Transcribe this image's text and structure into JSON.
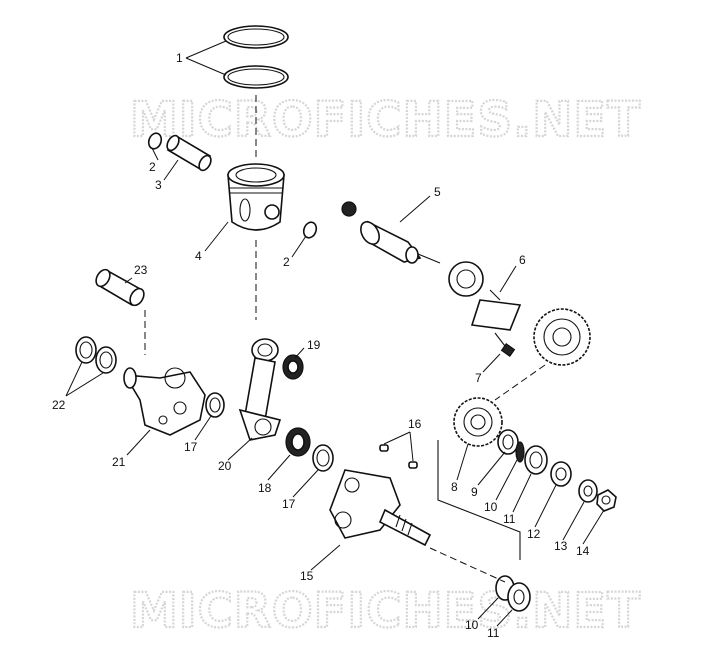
{
  "watermark": {
    "top": "MICROFICHES.NET",
    "bottom": "MICROFICHES.NET"
  },
  "callouts": [
    {
      "id": "c1",
      "text": "1"
    },
    {
      "id": "c2a",
      "text": "2"
    },
    {
      "id": "c3",
      "text": "3"
    },
    {
      "id": "c4",
      "text": "4"
    },
    {
      "id": "c2b",
      "text": "2"
    },
    {
      "id": "c5",
      "text": "5"
    },
    {
      "id": "c6",
      "text": "6"
    },
    {
      "id": "c7",
      "text": "7"
    },
    {
      "id": "c23",
      "text": "23"
    },
    {
      "id": "c19",
      "text": "19"
    },
    {
      "id": "c22",
      "text": "22"
    },
    {
      "id": "c21",
      "text": "21"
    },
    {
      "id": "c17a",
      "text": "17"
    },
    {
      "id": "c20",
      "text": "20"
    },
    {
      "id": "c16",
      "text": "16"
    },
    {
      "id": "c18",
      "text": "18"
    },
    {
      "id": "c17b",
      "text": "17"
    },
    {
      "id": "c8",
      "text": "8"
    },
    {
      "id": "c9",
      "text": "9"
    },
    {
      "id": "c10a",
      "text": "10"
    },
    {
      "id": "c11a",
      "text": "11"
    },
    {
      "id": "c12",
      "text": "12"
    },
    {
      "id": "c13",
      "text": "13"
    },
    {
      "id": "c14",
      "text": "14"
    },
    {
      "id": "c15",
      "text": "15"
    },
    {
      "id": "c10b",
      "text": "10"
    },
    {
      "id": "c11b",
      "text": "11"
    }
  ]
}
